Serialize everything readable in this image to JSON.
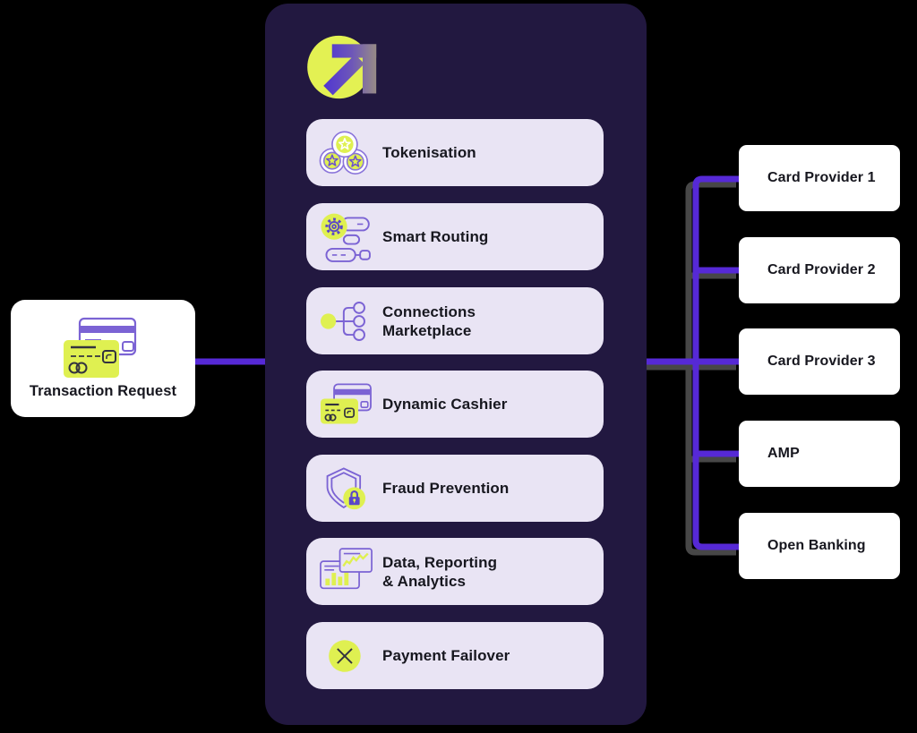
{
  "palette": {
    "background": "#000000",
    "panel": "#221840",
    "feature_card": "#e9e4f4",
    "provider_card": "#ffffff",
    "connector": "#5629d6",
    "icon_purple": "#7b63d4",
    "accent_yellow": "#dff051",
    "text_dark": "#17171f"
  },
  "left_card": {
    "label": "Transaction Request",
    "icon": "credit-cards-icon"
  },
  "platform": {
    "logo_icon": "arrow-up-right-logo",
    "features": [
      {
        "icon": "token-coins-icon",
        "label": "Tokenisation",
        "lines": [
          "Tokenisation"
        ]
      },
      {
        "icon": "gear-routing-icon",
        "label": "Smart Routing",
        "lines": [
          "Smart Routing"
        ]
      },
      {
        "icon": "network-branch-icon",
        "label": "Connections Marketplace",
        "lines": [
          "Connections",
          "Marketplace"
        ]
      },
      {
        "icon": "payment-cards-icon",
        "label": "Dynamic Cashier",
        "lines": [
          "Dynamic Cashier"
        ]
      },
      {
        "icon": "shield-lock-icon",
        "label": "Fraud Prevention",
        "lines": [
          "Fraud Prevention"
        ]
      },
      {
        "icon": "charts-icon",
        "label": "Data, Reporting & Analytics",
        "lines": [
          "Data, Reporting",
          "& Analytics"
        ]
      },
      {
        "icon": "cross-circle-icon",
        "label": "Payment Failover",
        "lines": [
          "Payment Failover"
        ]
      }
    ]
  },
  "providers": [
    {
      "label": "Card Provider 1"
    },
    {
      "label": "Card Provider 2"
    },
    {
      "label": "Card Provider 3"
    },
    {
      "label": "AMP"
    },
    {
      "label": "Open Banking"
    }
  ]
}
